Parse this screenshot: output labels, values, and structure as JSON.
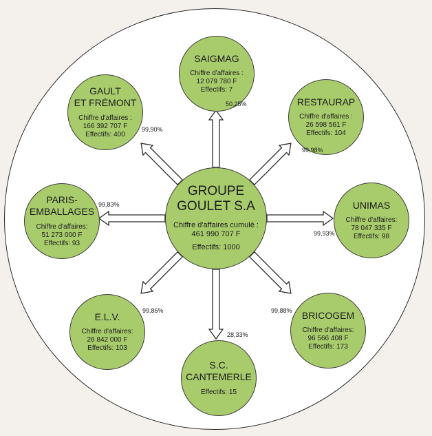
{
  "center": {
    "name": "GROUPE\nGOULET S.A",
    "line1": "Chiffre d'affaires cumulé :",
    "line2": "461 990 707 F",
    "line3": "Effectifs: 1000"
  },
  "subsidiaries": [
    {
      "id": "saigmag",
      "name": "SAIGMAG",
      "ca_label": "Chiffre d'affaires :",
      "ca_value": "12 079 780 F",
      "effectifs": "Effectifs: 7",
      "share": "50,25%"
    },
    {
      "id": "restaurap",
      "name": "RESTAURAP",
      "ca_label": "Chiffre d'affaires :",
      "ca_value": "26 598 561 F",
      "effectifs": "Effectifs: 104",
      "share": "99,98%"
    },
    {
      "id": "unimas",
      "name": "UNIMAS",
      "ca_label": "Chiffre d'affaires:",
      "ca_value": "78 047 335 F",
      "effectifs": "Effectifs: 98",
      "share": "99,93%"
    },
    {
      "id": "bricogem",
      "name": "BRICOGEM",
      "ca_label": "Chiffre d'affaires:",
      "ca_value": "96 566 408 F",
      "effectifs": "Effectifs: 173",
      "share": "99,88%"
    },
    {
      "id": "sc-cantemerle",
      "name": "S.C.\nCANTEMERLE",
      "ca_label": "",
      "ca_value": "",
      "effectifs": "Effectifs: 15",
      "share": "28,33%"
    },
    {
      "id": "elv",
      "name": "E.L.V.",
      "ca_label": "Chiffre d'affaires:",
      "ca_value": "26 842 000 F",
      "effectifs": "Effectifs: 103",
      "share": "99,86%"
    },
    {
      "id": "paris-emballages",
      "name": "PARIS-\nEMBALLAGES",
      "ca_label": "Chiffre d'affaires:",
      "ca_value": "51 273 000 F",
      "effectifs": "Effectifs: 93",
      "share": "99,83%"
    },
    {
      "id": "gault-et-fremont",
      "name": "GAULT\nET FRÉMONT",
      "ca_label": "Chiffre d'affaires :",
      "ca_value": "166 392 707 F",
      "effectifs": "Effectifs: 400",
      "share": "99,90%"
    }
  ],
  "colors": {
    "node_fill": "#a8cc6c",
    "outline": "#2a2a2a",
    "background": "#ffffff"
  }
}
